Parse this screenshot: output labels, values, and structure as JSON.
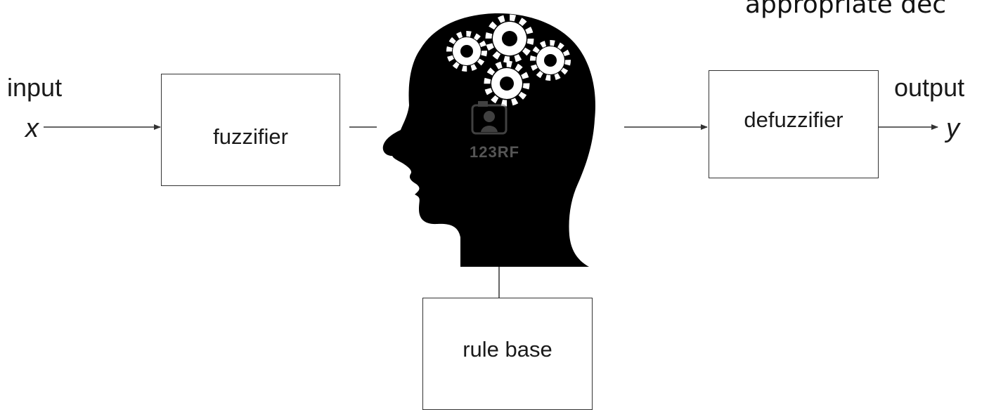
{
  "caption": "appropriate dec",
  "input_label": "input",
  "input_symbol": "x",
  "output_label": "output",
  "output_symbol": "y",
  "blocks": {
    "fuzzifier": "fuzzifier",
    "defuzzifier": "defuzzifier",
    "rule_base": "rule base"
  },
  "watermark": "123RF",
  "colors": {
    "head": "#000000",
    "gear": "#ffffff",
    "line": "#333333"
  },
  "icons": {
    "head": "human-head-silhouette-icon",
    "gears": "gear-icon",
    "watermark": "camera-watermark-icon"
  }
}
